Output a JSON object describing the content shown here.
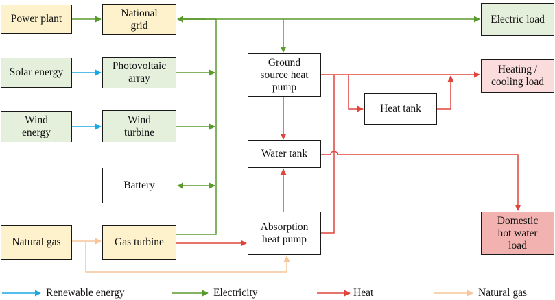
{
  "colors": {
    "renewable": "#1aa7e6",
    "electricity": "#5b9a2d",
    "heat": "#e0453c",
    "gas": "#f7c59a",
    "fill_supply": "#fdf2cc",
    "fill_green": "#e4f0dc",
    "fill_white": "#ffffff",
    "fill_load_light": "#fbdcdc",
    "fill_load_dark": "#f2b2b0"
  },
  "nodes": {
    "power_plant": "Power plant",
    "national_grid": "National\ngrid",
    "electric_load": "Electric load",
    "solar_energy": "Solar energy",
    "photovoltaic_array": "Photovoltaic\narray",
    "wind_energy": "Wind\nenergy",
    "wind_turbine": "Wind\nturbine",
    "battery": "Battery",
    "natural_gas": "Natural gas",
    "gas_turbine": "Gas turbine",
    "ground_source_heat_pump": "Ground\nsource heat\npump",
    "water_tank": "Water tank",
    "absorption_heat_pump": "Absorption\nheat pump",
    "heat_tank": "Heat tank",
    "heating_cooling_load": "Heating /\ncooling load",
    "domestic_hot_water_load": "Domestic\nhot water\nload"
  },
  "legend": {
    "renewable": "Renewable energy",
    "electricity": "Electricity",
    "heat": "Heat",
    "gas": "Natural gas"
  }
}
